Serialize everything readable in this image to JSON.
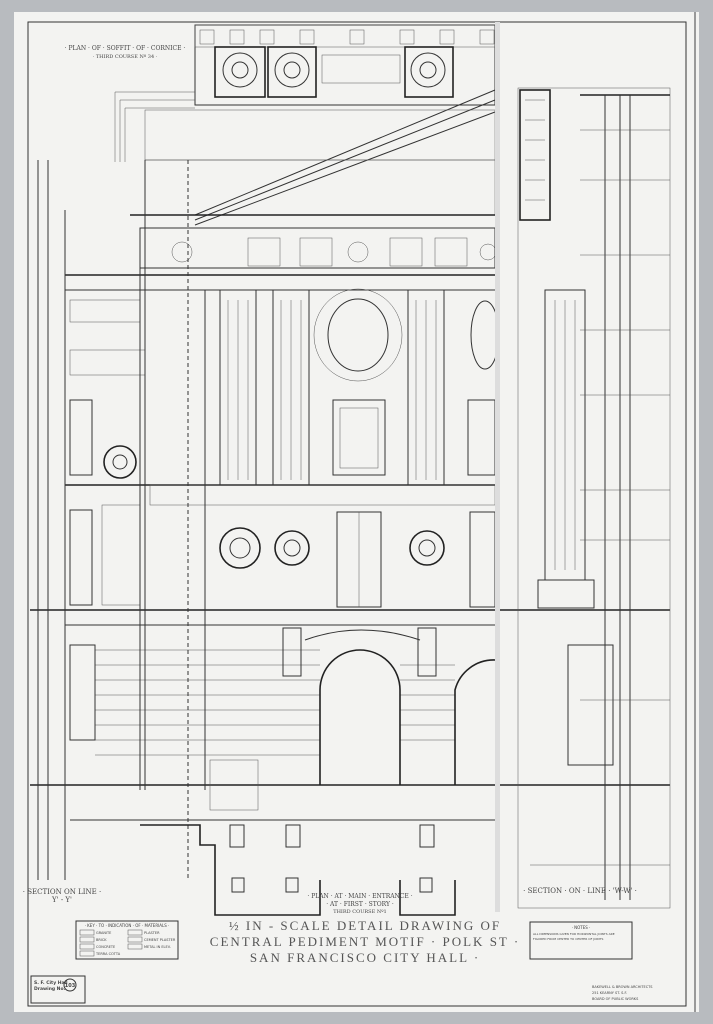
{
  "labels": {
    "soffit_plan": "· PLAN · OF · SOFFIT · OF · CORNICE ·",
    "soffit_course": "· THIRD COURSE Nº 34 ·",
    "section_yy": "· SECTION ON LINE ·",
    "section_yy_sub": "Y' - Y'",
    "section_ww": "· SECTION · ON · LINE · 'W-W' ·",
    "entrance_plan": "· PLAN · AT · MAIN · ENTRANCE ·",
    "entrance_story": "· AT · FIRST · STORY ·",
    "entrance_course": "THIRD COURSE Nº1"
  },
  "title": {
    "line1": "½ IN - SCALE DETAIL DRAWING OF",
    "line2": "CENTRAL PEDIMENT MOTIF · POLK ST ·",
    "line3": "SAN FRANCISCO CITY HALL ·"
  },
  "key": {
    "heading": "· KEY · TO · INDICATION · OF · MATERIALS ·",
    "items": [
      "GRANITE",
      "BRICK",
      "CONCRETE",
      "TERRA COTTA",
      "PLASTER",
      "CEMENT PLASTER",
      "METAL IN ELEV."
    ]
  },
  "notes": {
    "heading": "· NOTES ·",
    "line1": "ALL DIMENSIONS GIVEN FOR HORIZONTAL JOINTS ARE",
    "line2": "FIGURED FROM CENTER TO CENTER OF JOINTS"
  },
  "drawing_label": {
    "line1": "S. F. City Hall",
    "line2": "Drawing No.",
    "number": "103"
  },
  "architect_block": {
    "line1": "BAKEWELL & BROWN ARCHITECTS",
    "line2": "251 KEARNY ST. S.F.",
    "line3": "BOARD OF PUBLIC WORKS"
  }
}
